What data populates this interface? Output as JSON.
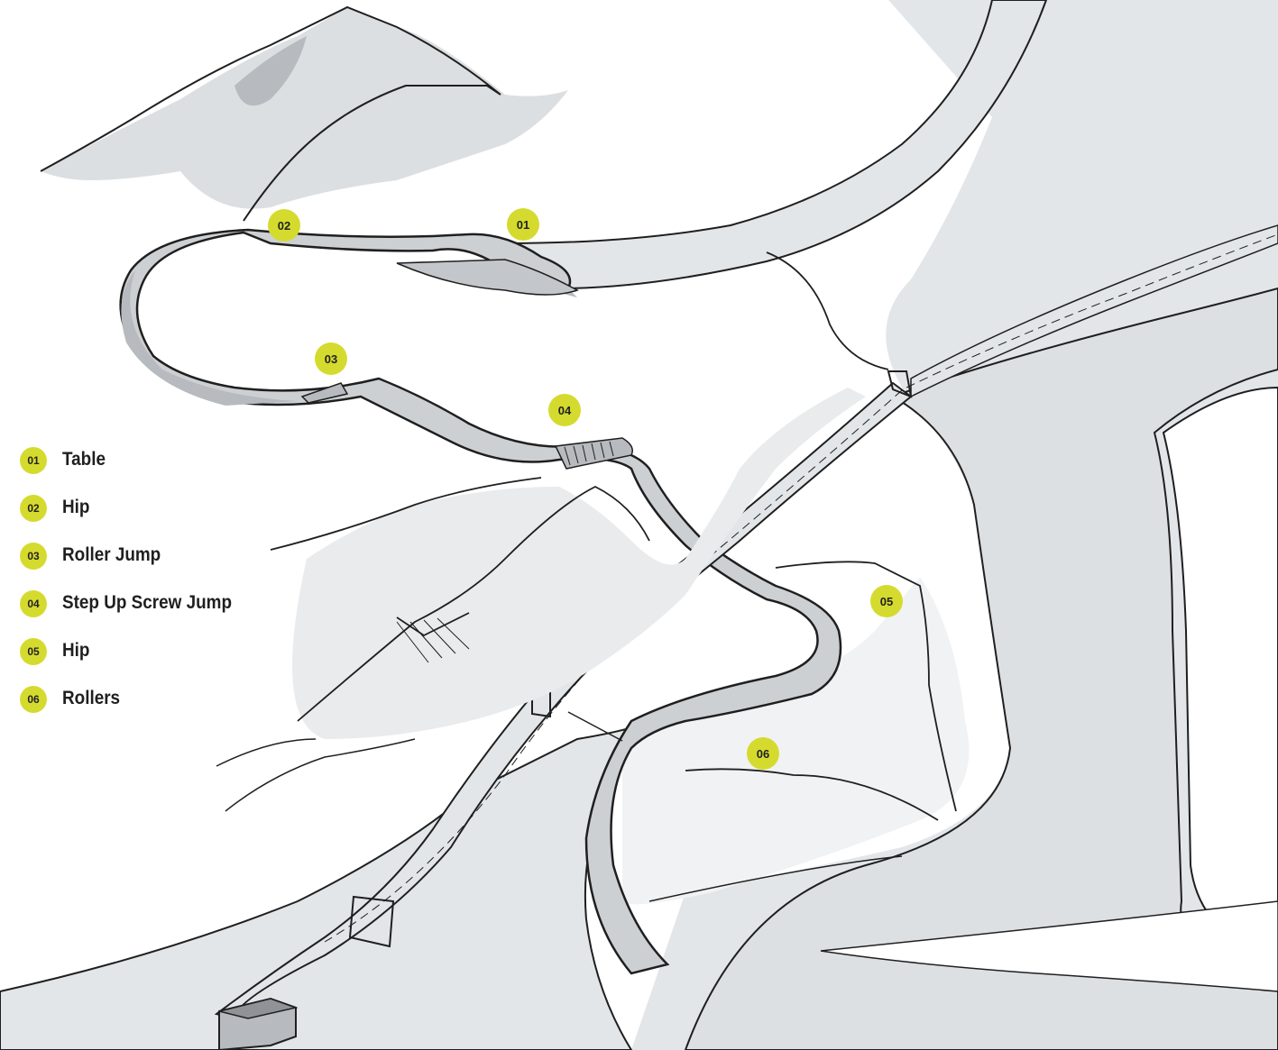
{
  "colors": {
    "accent": "#d5db2e",
    "snow_light": "#e3e6e8",
    "snow_mid": "#cdd0d3",
    "shadow": "#b7babe",
    "ink": "#1f1f1f"
  },
  "legend": [
    {
      "num": "01",
      "label": "Table"
    },
    {
      "num": "02",
      "label": "Hip"
    },
    {
      "num": "03",
      "label": "Roller Jump"
    },
    {
      "num": "04",
      "label": "Step Up Screw Jump"
    },
    {
      "num": "05",
      "label": "Hip"
    },
    {
      "num": "06",
      "label": "Rollers"
    }
  ],
  "markers": {
    "m01": "01",
    "m02": "02",
    "m03": "03",
    "m04": "04",
    "m05": "05",
    "m06": "06"
  }
}
